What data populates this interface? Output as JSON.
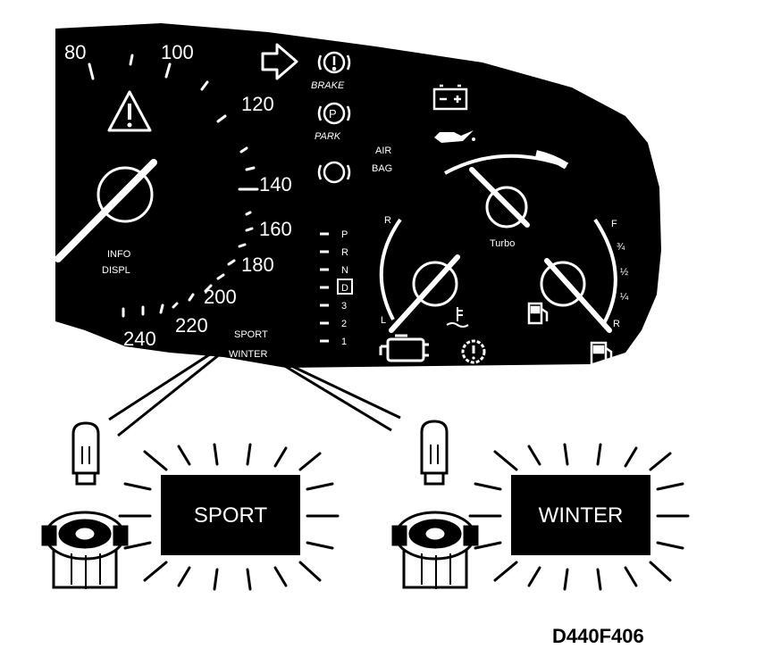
{
  "speedometer": {
    "marks": [
      "80",
      "100",
      "120",
      "140",
      "160",
      "180",
      "200",
      "220",
      "240"
    ]
  },
  "warning_lights": {
    "brake": "BRAKE",
    "park": "PARK",
    "airbag_line1": "AIR",
    "airbag_line2": "BAG"
  },
  "info_display": {
    "line1": "INFO",
    "line2": "DISPL"
  },
  "gear_selector": {
    "positions": [
      "P",
      "R",
      "N",
      "D",
      "3",
      "2",
      "1"
    ],
    "selected": "D"
  },
  "turbo_gauge": {
    "label": "Turbo"
  },
  "temp_gauge": {
    "high": "R",
    "low": "L"
  },
  "fuel_gauge": {
    "full": "F",
    "three_quarter": "¾",
    "half": "½",
    "quarter": "¼",
    "reserve": "R"
  },
  "mode_indicators": {
    "sport_small": "SPORT",
    "winter_small": "WINTER"
  },
  "sport_box": {
    "label": "SPORT"
  },
  "winter_box": {
    "label": "WINTER"
  },
  "figure_code": "D440F406",
  "colors": {
    "panel": "#000000",
    "ink": "#ffffff",
    "background": "#ffffff"
  }
}
